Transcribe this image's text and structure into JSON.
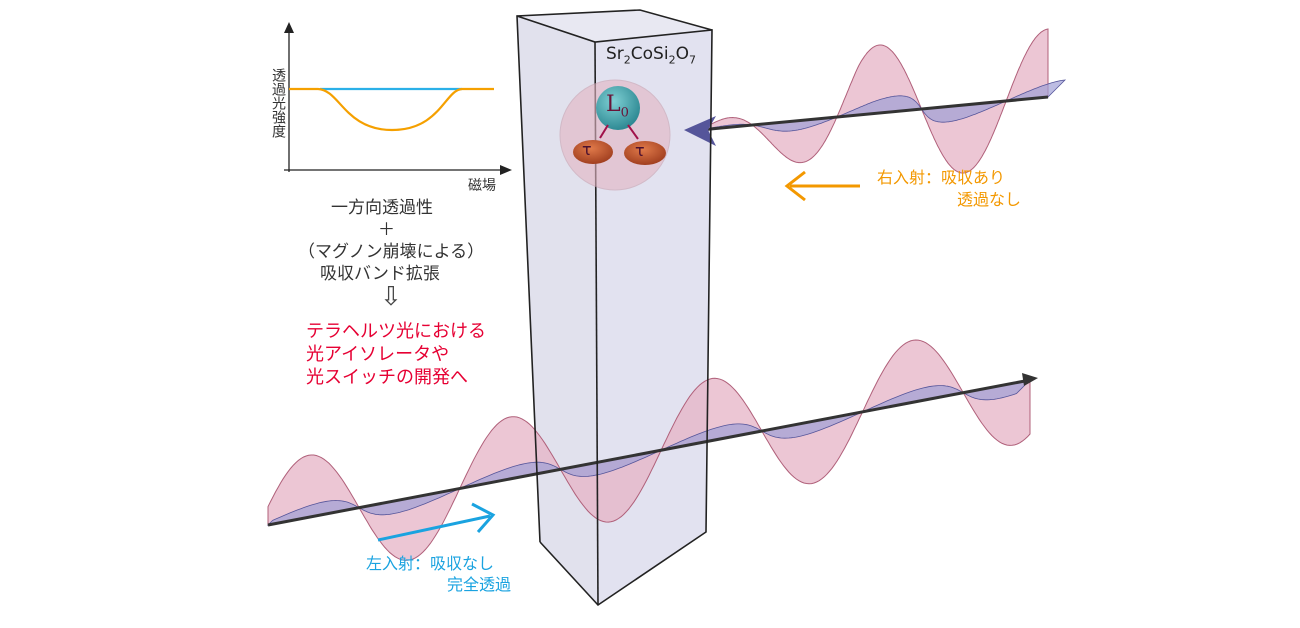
{
  "graph": {
    "y_label": "透過光強度",
    "x_label": "磁場",
    "line_colors": {
      "left_incidence": "#2ab0e8",
      "right_incidence": "#f5a000"
    }
  },
  "explanation": {
    "line1": "一方向透過性",
    "plus": "＋",
    "line2": "（マグノン崩壊による）",
    "line3": "吸収バンド拡張",
    "arrow": "⇩",
    "result_lines": [
      "テラヘルツ光における",
      "光アイソレータや",
      "光スイッチの開発へ"
    ]
  },
  "crystal": {
    "formula_parts": [
      "Sr",
      "2",
      "CoSi",
      "2",
      "O",
      "7"
    ],
    "magnon_label": "L",
    "magnon_sub": "0",
    "decay_labels": [
      "τ",
      "τ"
    ]
  },
  "right_incidence": {
    "line1": "右入射：吸収あり",
    "line2": "透過なし",
    "color": "#f39800"
  },
  "left_incidence": {
    "line1": "左入射：吸収なし",
    "line2": "完全透過",
    "color": "#1aa3e0"
  }
}
